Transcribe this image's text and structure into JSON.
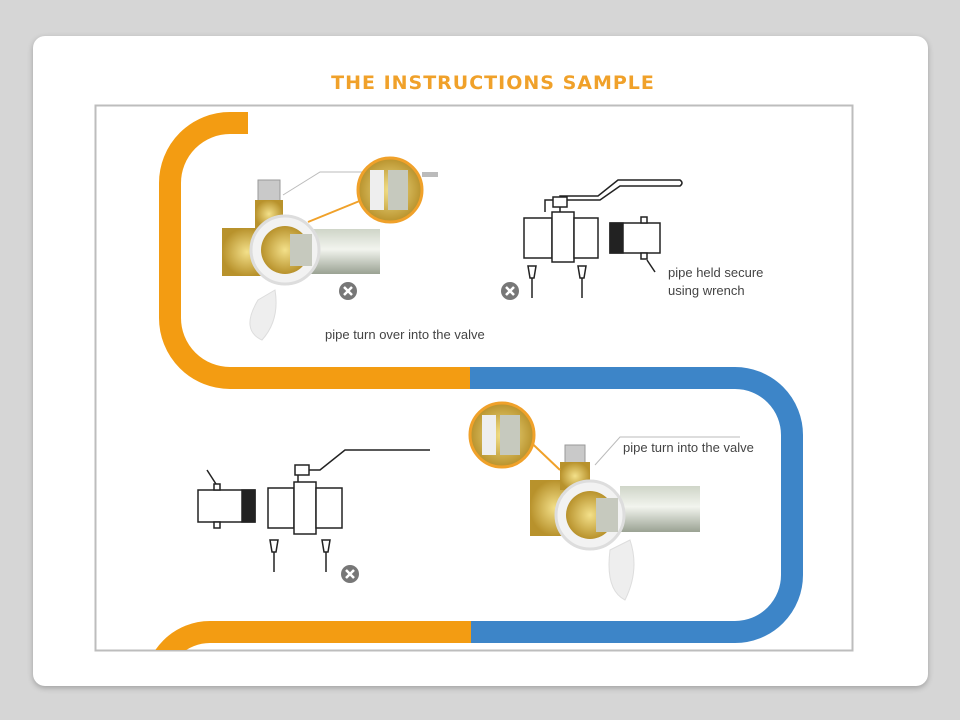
{
  "title": "THE INSTRUCTIONS SAMPLE",
  "labels": {
    "step1": "pipe turn over into the valve",
    "step2_line1": "pipe held secure",
    "step2_line2": "using wrench",
    "step4": "pipe turn  into the valve"
  },
  "colors": {
    "accent_orange": "#f39c12",
    "accent_blue": "#3d85c8",
    "title": "#f0a12a"
  },
  "icons": [
    "wrong-x-icon",
    "wrong-x-icon",
    "wrong-x-icon"
  ]
}
